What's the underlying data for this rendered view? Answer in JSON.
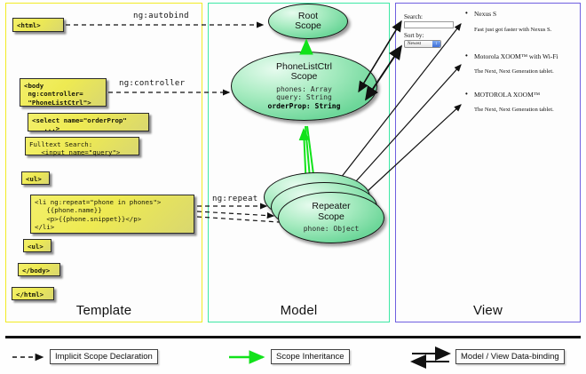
{
  "panels": {
    "template": {
      "title": "Template",
      "border_color": "#f2eb24"
    },
    "model": {
      "title": "Model",
      "border_color": "#3ee8a5"
    },
    "view": {
      "title": "View",
      "border_color": "#6f5fe0"
    }
  },
  "template_boxes": [
    {
      "name": "html-open",
      "text": "<html>"
    },
    {
      "name": "body-open",
      "text": "<body\n ng:controller=\n \"PhoneListCtrl\">"
    },
    {
      "name": "select-tag",
      "text": "<select name=\"orderProp\"\n   ...>"
    },
    {
      "name": "search-input",
      "text": "Fulltext Search:\n   <input name=\"query\">"
    },
    {
      "name": "ul-open",
      "text": "<ul>"
    },
    {
      "name": "li-repeat",
      "text": "<li ng:repeat=\"phone in phones\">\n   {{phone.name}}\n   <p>{{phone.snippet}}</p>\n</li>"
    },
    {
      "name": "ul-close",
      "text": "<ul>"
    },
    {
      "name": "body-close",
      "text": "</body>"
    },
    {
      "name": "html-close",
      "text": "</html>"
    }
  ],
  "scopes": [
    {
      "name": "root-scope",
      "title": "Root\nScope",
      "props": []
    },
    {
      "name": "phonelistctrl-scope",
      "title": "PhoneListCtrl\nScope",
      "props": [
        "phones: Array",
        "query: String",
        "orderProp: String"
      ],
      "bold_prop": "orderProp: String"
    },
    {
      "name": "repeater-scope",
      "title": "Repeater\nScope",
      "props": [
        "phone: Object"
      ]
    }
  ],
  "edge_labels": {
    "autobind": "ng:autobind",
    "controller": "ng:controller",
    "repeat": "ng:repeat"
  },
  "view": {
    "search_label": "Search:",
    "search_value": "",
    "sort_label": "Sort by:",
    "sort_selected": "Newest",
    "phones": [
      {
        "name": "Nexus S",
        "snippet": "Fast just got faster with Nexus S."
      },
      {
        "name": "Motorola XOOM™  with Wi-Fi",
        "snippet": "The Next, Next Generation tablet."
      },
      {
        "name": "MOTOROLA XOOM™",
        "snippet": "The Next, Next Generation tablet."
      }
    ]
  },
  "legend": [
    {
      "name": "implicit-scope-declaration",
      "label": "Implicit Scope Declaration",
      "style": "dashed-black-arrow"
    },
    {
      "name": "scope-inheritance",
      "label": "Scope Inheritance",
      "style": "solid-green-arrow"
    },
    {
      "name": "model-view-data-binding",
      "label": "Model / View Data-binding",
      "style": "double-black-arrow"
    }
  ],
  "colors": {
    "code_box_fill": "#eeea52",
    "scope_fill": "#6ed79a",
    "inheritance_arrow": "#11e21a"
  }
}
